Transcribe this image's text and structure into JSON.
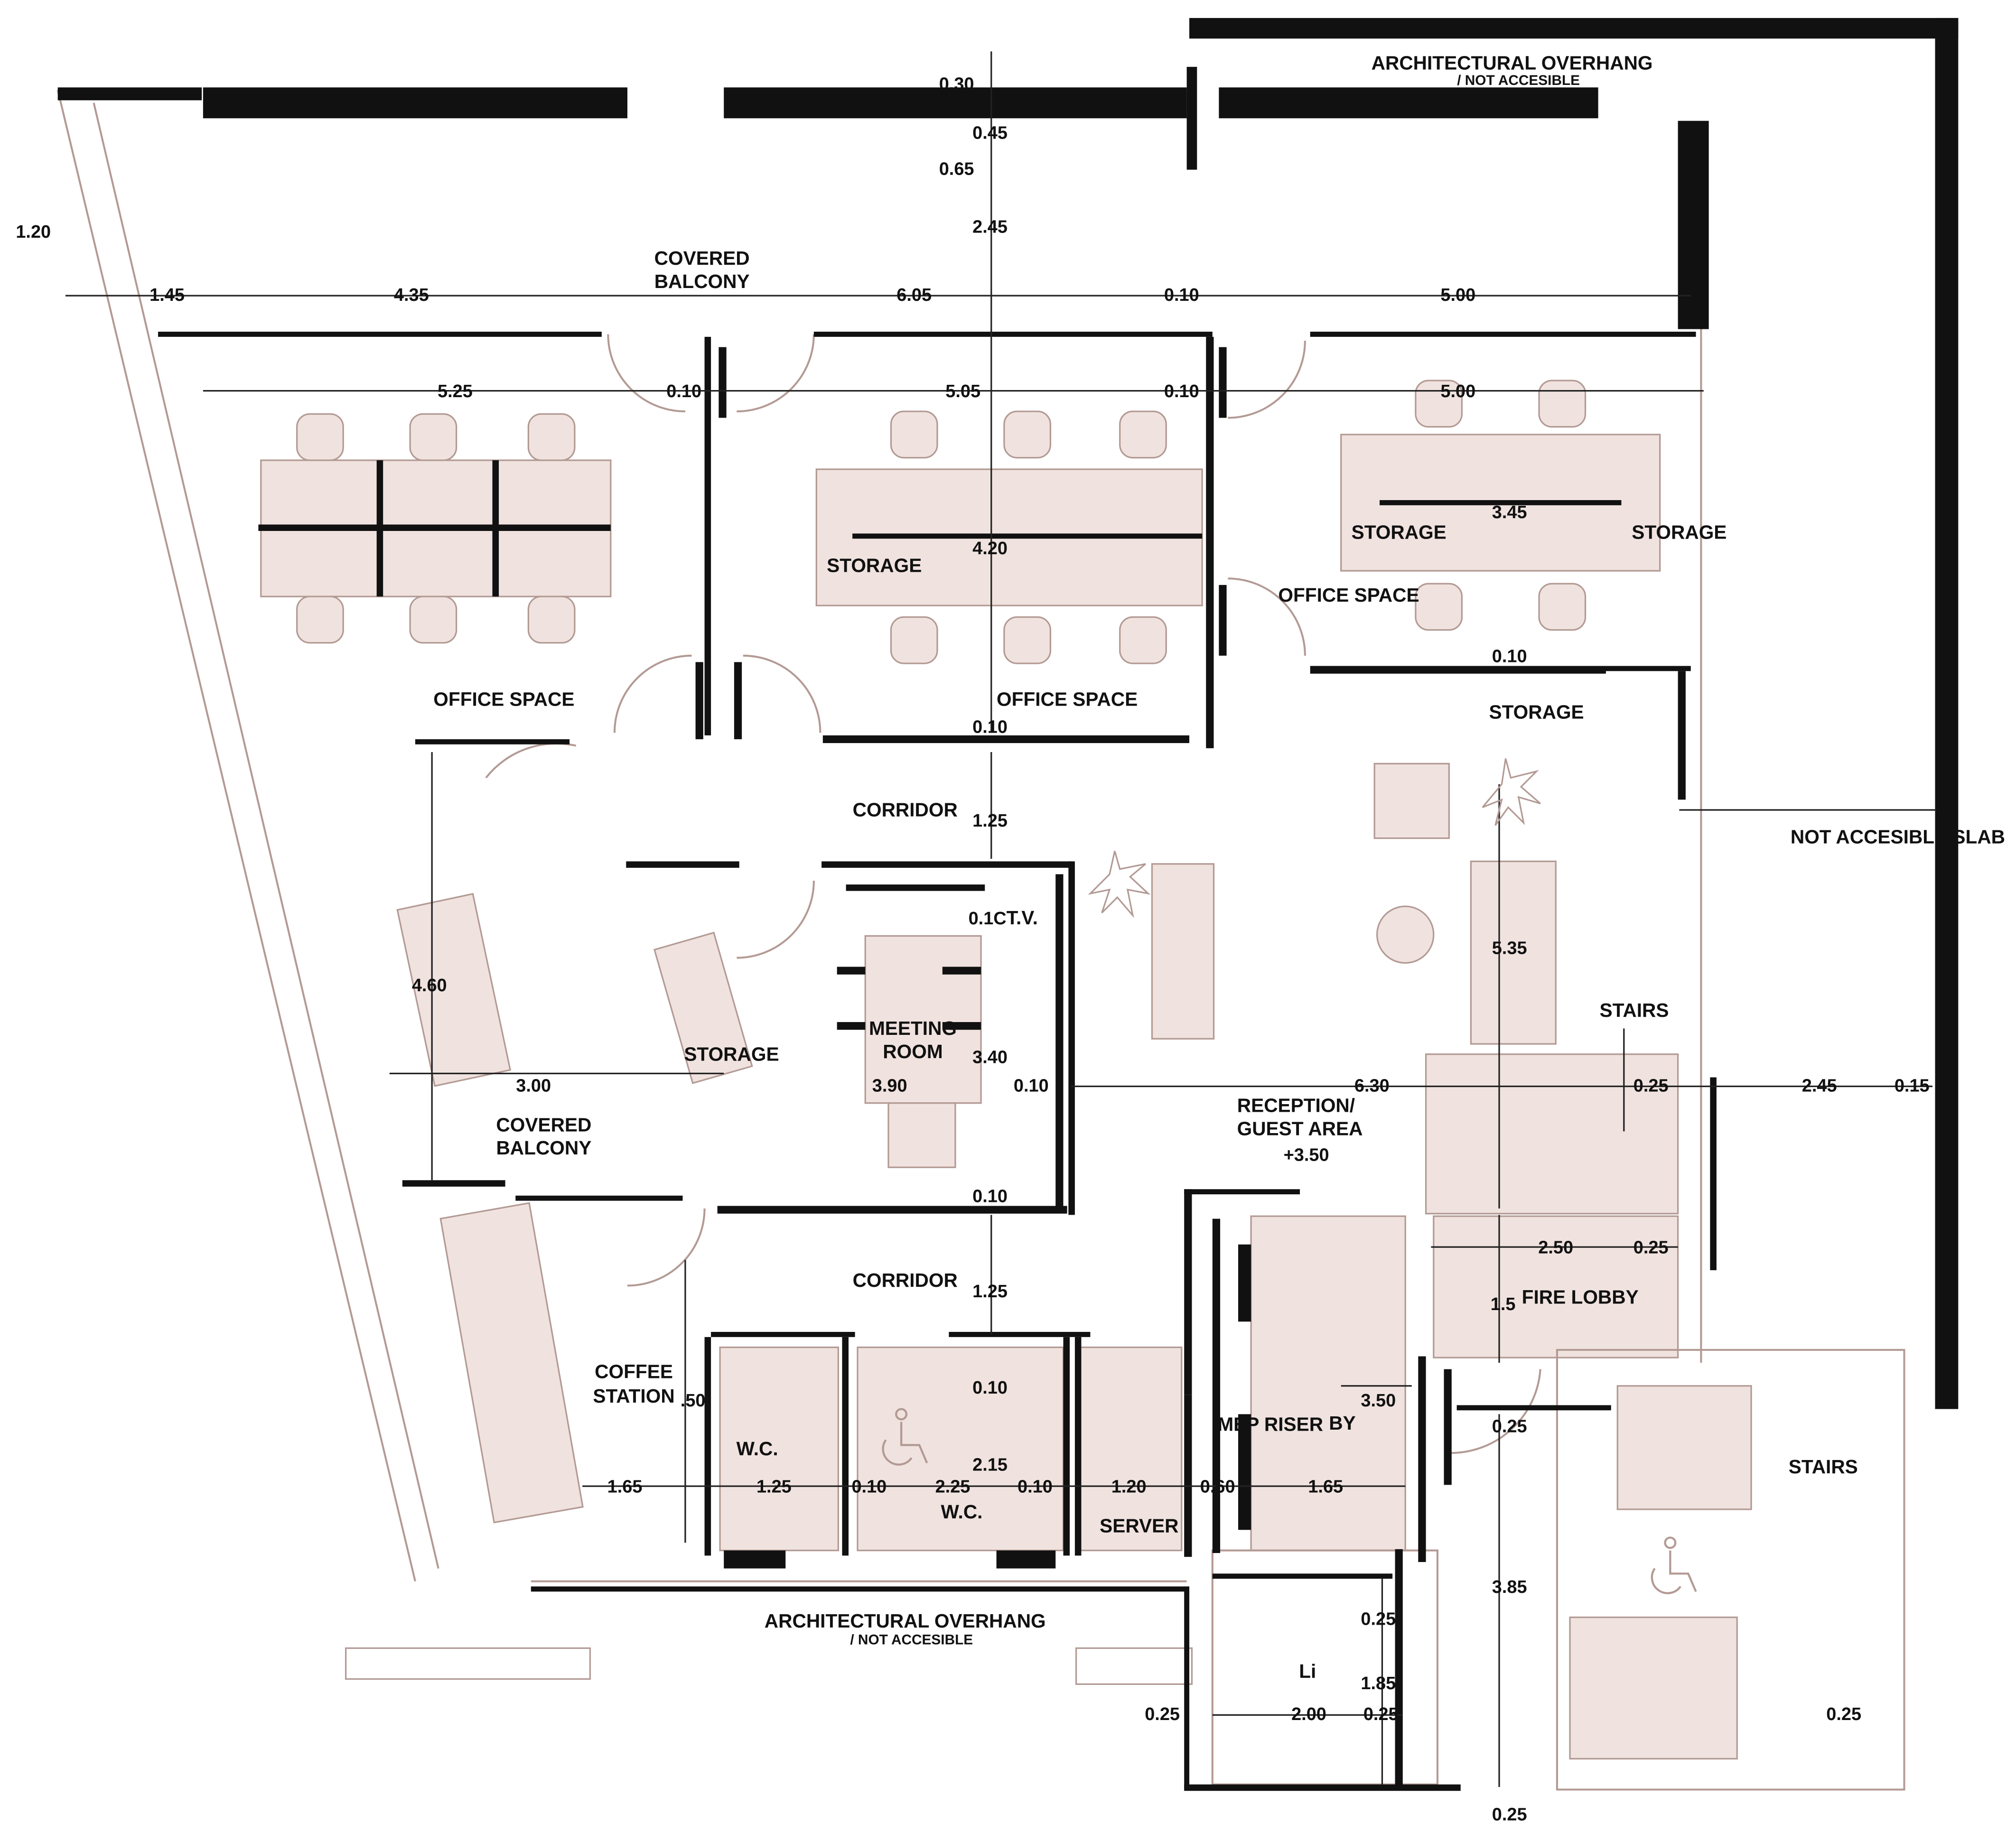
{
  "colors": {
    "wall": "#111111",
    "fixture": "#b39a94",
    "fill": "#f0e3df",
    "dim_line": "#222222",
    "label_bg": "#ffffff"
  },
  "rooms": {
    "overhang_top": "ARCHITECTURAL OVERHANG",
    "overhang_top_sub": "/ NOT ACCESIBLE",
    "balcony_top_1": "COVERED",
    "balcony_top_2": "BALCONY",
    "office_left": "OFFICE SPACE",
    "office_mid": "OFFICE SPACE",
    "office_right": "OFFICE SPACE",
    "storage_mid": "STORAGE",
    "storage_right_a": "STORAGE",
    "storage_right_b": "STORAGE",
    "storage_right_c": "STORAGE",
    "corridor_top": "CORRIDOR",
    "corridor_bottom": "CORRIDOR",
    "not_accesible_slab": "NOT ACCESIBLE SLAB",
    "tv": "T.V.",
    "meeting_1": "MEETING",
    "meeting_2": "ROOM",
    "storage_left": "STORAGE",
    "balcony_left_1": "COVERED",
    "balcony_left_2": "BALCONY",
    "stairs_upper": "STAIRS",
    "reception_1": "RECEPTION/",
    "reception_2": "GUEST AREA",
    "level": "+3.50",
    "fire_lobby": "FIRE LOBBY",
    "coffee_1": "COFFEE",
    "coffee_2": "STATION",
    "wc_1": "W.C.",
    "wc_2": "W.C.",
    "server": "SERVER",
    "mep": "MEP RISER",
    "lobby_suffix": "BY",
    "stairs_lower": "STAIRS",
    "lift": "Li",
    "overhang_bottom": "ARCHITECTURAL OVERHANG",
    "overhang_bottom_sub": "/ NOT ACCESIBLE"
  },
  "dims": {
    "d_0_30": "0.30",
    "d_0_45": "0.45",
    "d_0_65": "0.65",
    "d_2_45_top": "2.45",
    "d_1_20": "1.20",
    "d_1_45": "1.45",
    "d_4_35": "4.35",
    "d_6_05": "6.05",
    "d_0_10_a": "0.10",
    "d_5_00_a": "5.00",
    "d_5_25": "5.25",
    "d_0_10_b": "0.10",
    "d_5_05": "5.05",
    "d_0_10_c": "0.10",
    "d_5_00_b": "5.00",
    "d_3_45": "3.45",
    "d_4_20": "4.20",
    "d_0_10_d": "0.10",
    "d_0_10_e": "0.10",
    "d_1_25_a": "1.25",
    "d_0_1c": "0.1C",
    "d_4_60": "4.60",
    "d_5_35": "5.35",
    "d_3_40": "3.40",
    "d_3_00": "3.00",
    "d_3_90": "3.90",
    "d_0_10_f": "0.10",
    "d_6_30": "6.30",
    "d_0_25_a": "0.25",
    "d_2_45_b": "2.45",
    "d_0_15": "0.15",
    "d_0_10_g": "0.10",
    "d_2_50": "2.50",
    "d_0_25_b": "0.25",
    "d_1_25_b": "1.25",
    "d_1_5x": "1.5",
    "d_50": ".50",
    "d_0_10_h": "0.10",
    "d_3_50": "3.50",
    "d_0_25_c": "0.25",
    "d_2_15": "2.15",
    "d_1_65_a": "1.65",
    "d_1_25_c": "1.25",
    "d_0_10_i": "0.10",
    "d_2_25": "2.25",
    "d_0_10_j": "0.10",
    "d_1_20_b": "1.20",
    "d_0_60": "0.60",
    "d_1_65_b": "1.65",
    "d_3_85": "3.85",
    "d_0_25_d": "0.25",
    "d_1_85": "1.85",
    "d_0_25_e": "0.25",
    "d_2_00": "2.00",
    "d_0_25_f": "0.25",
    "d_0_25_g": "0.25",
    "d_0_25_h": "0.25"
  }
}
